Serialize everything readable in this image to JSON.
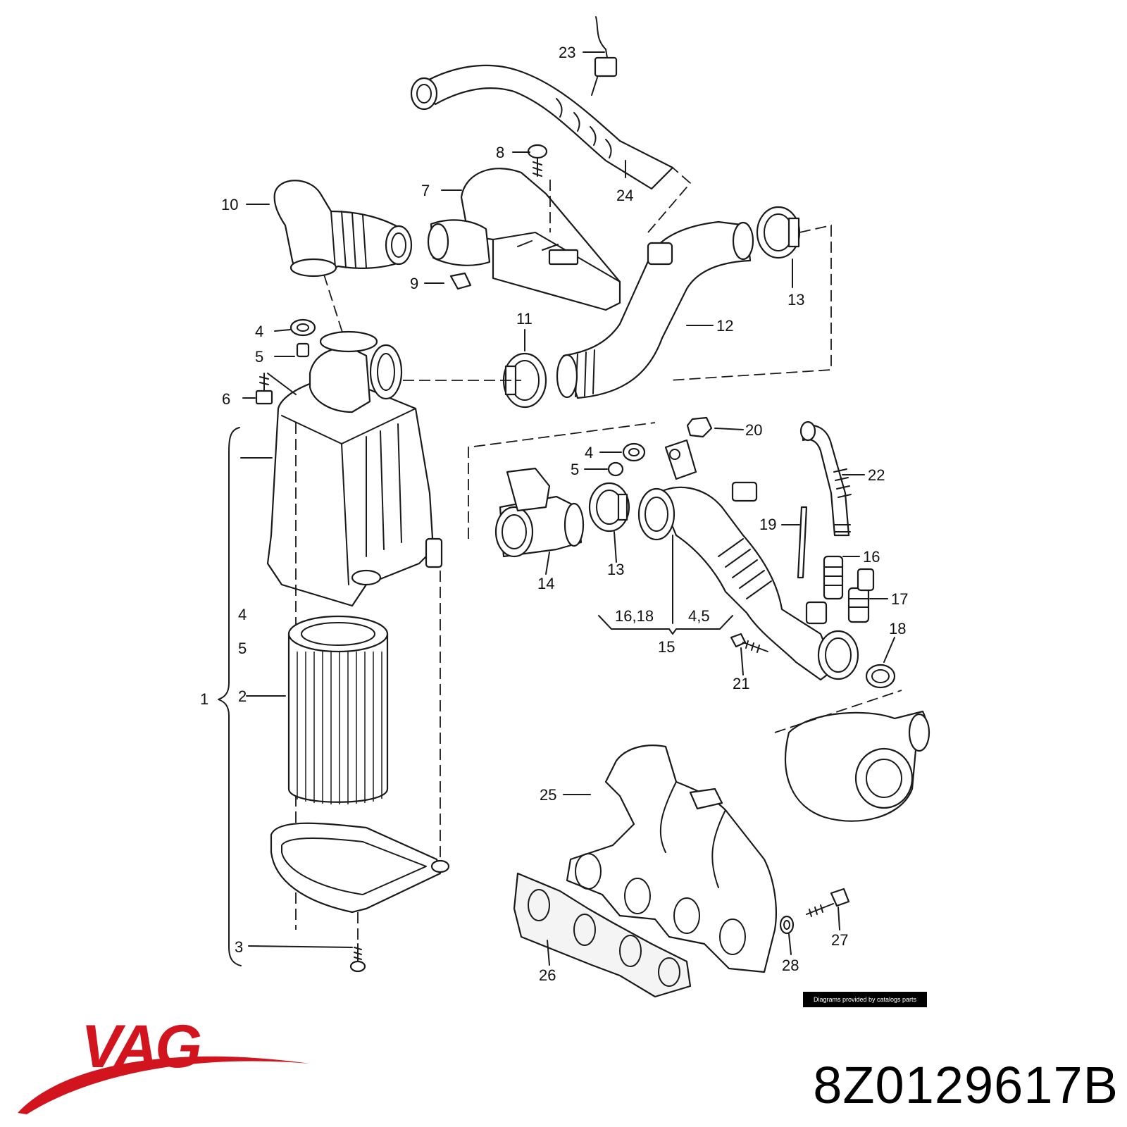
{
  "brand": {
    "name": "VAG",
    "color": "#d2141e"
  },
  "part_number": "8Z0129617B",
  "credit": "Diagrams provided by catalogs parts",
  "callouts": [
    {
      "id": "c23",
      "text": "23"
    },
    {
      "id": "c24",
      "text": "24"
    },
    {
      "id": "c8",
      "text": "8"
    },
    {
      "id": "c7",
      "text": "7"
    },
    {
      "id": "c10",
      "text": "10"
    },
    {
      "id": "c9",
      "text": "9"
    },
    {
      "id": "c13a",
      "text": "13"
    },
    {
      "id": "c12",
      "text": "12"
    },
    {
      "id": "c11",
      "text": "11"
    },
    {
      "id": "c4a",
      "text": "4"
    },
    {
      "id": "c5a",
      "text": "5"
    },
    {
      "id": "c6",
      "text": "6"
    },
    {
      "id": "c20",
      "text": "20"
    },
    {
      "id": "c4b",
      "text": "4"
    },
    {
      "id": "c5b",
      "text": "5"
    },
    {
      "id": "c22",
      "text": "22"
    },
    {
      "id": "c19",
      "text": "19"
    },
    {
      "id": "c16",
      "text": "16"
    },
    {
      "id": "c17",
      "text": "17"
    },
    {
      "id": "c14",
      "text": "14"
    },
    {
      "id": "c13b",
      "text": "13"
    },
    {
      "id": "c1618",
      "text": "16,18"
    },
    {
      "id": "c45b",
      "text": "4,5"
    },
    {
      "id": "c15",
      "text": "15"
    },
    {
      "id": "c18",
      "text": "18"
    },
    {
      "id": "c21",
      "text": "21"
    },
    {
      "id": "c4c",
      "text": "4"
    },
    {
      "id": "c5c",
      "text": "5"
    },
    {
      "id": "c1",
      "text": "1"
    },
    {
      "id": "c2",
      "text": "2"
    },
    {
      "id": "c3",
      "text": "3"
    },
    {
      "id": "c25",
      "text": "25"
    },
    {
      "id": "c26",
      "text": "26"
    },
    {
      "id": "c27",
      "text": "27"
    },
    {
      "id": "c28",
      "text": "28"
    }
  ]
}
